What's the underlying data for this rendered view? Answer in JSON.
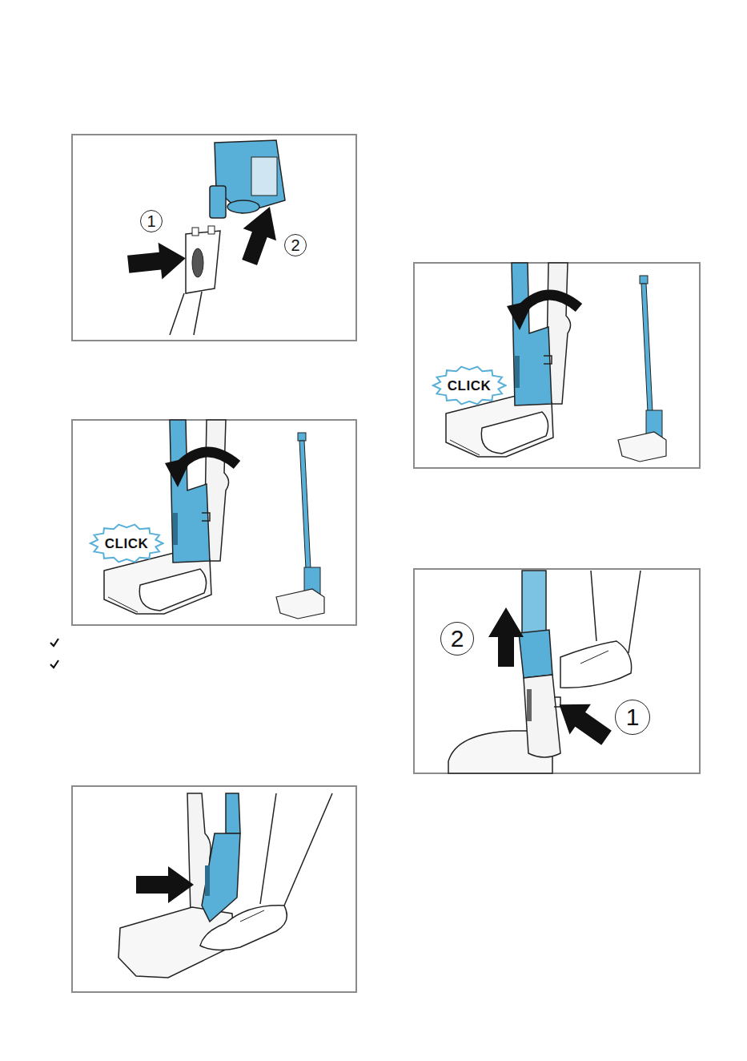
{
  "diagram": {
    "nodes": [
      {
        "text": [
          "1"
        ]
      },
      {
        "text": [
          "2"
        ]
      },
      {
        "text": [
          "CLICK"
        ]
      },
      {
        "text": [
          "CLICK"
        ]
      },
      {
        "text": [
          "2"
        ]
      },
      {
        "text": [
          "1"
        ]
      }
    ]
  }
}
